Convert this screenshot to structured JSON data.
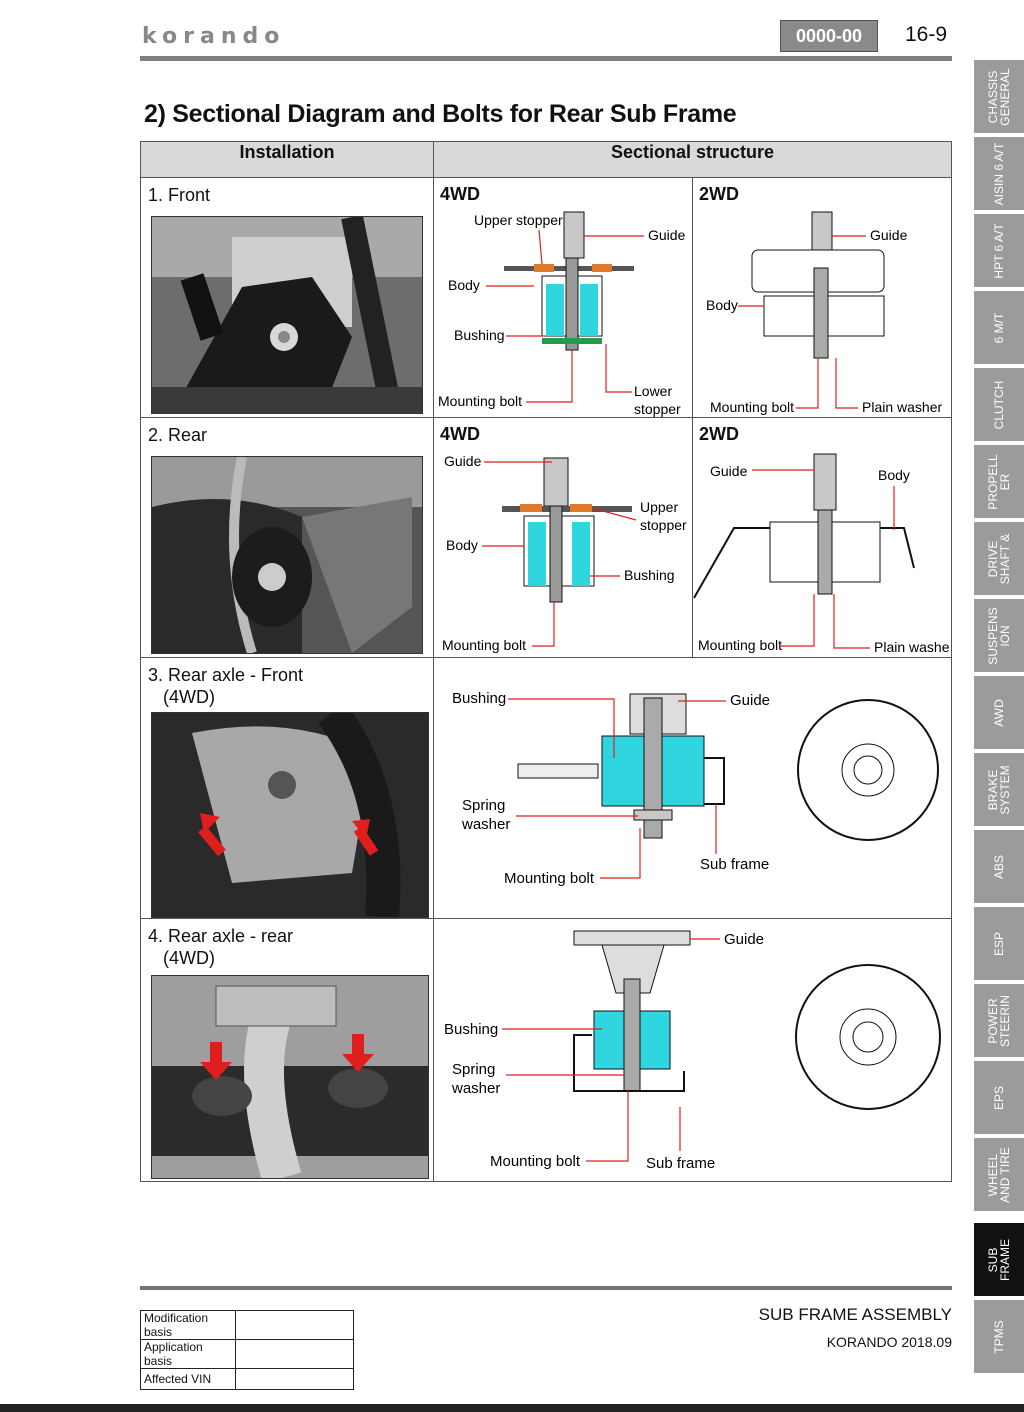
{
  "header": {
    "brand": "korando",
    "code": "0000-00",
    "page": "16-9"
  },
  "title": "2) Sectional Diagram and Bolts for Rear Sub Frame",
  "table": {
    "col_installation": "Installation",
    "col_structure": "Sectional structure",
    "rows": [
      {
        "label_1": "1. Front",
        "label_2": "",
        "left_variant": "4WD",
        "right_variant": "2WD"
      },
      {
        "label_1": "2. Rear",
        "label_2": "",
        "left_variant": "4WD",
        "right_variant": "2WD"
      },
      {
        "label_1": "3. Rear axle - Front",
        "label_2": "(4WD)"
      },
      {
        "label_1": "4. Rear axle - rear",
        "label_2": "(4WD)"
      }
    ]
  },
  "callouts": {
    "upper_stopper": "Upper stopper",
    "guide": "Guide",
    "body": "Body",
    "bushing": "Bushing",
    "mounting_bolt": "Mounting bolt",
    "lower": "Lower",
    "stopper": "stopper",
    "plain_washer": "Plain washer",
    "upper": "Upper",
    "spring": "Spring",
    "washer": "washer",
    "sub_frame": "Sub frame"
  },
  "side_tabs": [
    {
      "label": "CHASSIS GENERAL",
      "active": false
    },
    {
      "label": "AISIN 6 A/T",
      "active": false
    },
    {
      "label": "HPT 6 A/T",
      "active": false
    },
    {
      "label": "6 M/T",
      "active": false
    },
    {
      "label": "CLUTCH",
      "active": false
    },
    {
      "label": "PROPELL ER",
      "active": false
    },
    {
      "label": "DRIVE SHAFT &",
      "active": false
    },
    {
      "label": "SUSPENS ION",
      "active": false
    },
    {
      "label": "AWD",
      "active": false
    },
    {
      "label": "BRAKE SYSTEM",
      "active": false
    },
    {
      "label": "ABS",
      "active": false
    },
    {
      "label": "ESP",
      "active": false
    },
    {
      "label": "POWER STEERIN",
      "active": false
    },
    {
      "label": "EPS",
      "active": false
    },
    {
      "label": "WHEEL AND TIRE",
      "active": false
    },
    {
      "label": "SUB FRAME",
      "active": true
    },
    {
      "label": "TPMS",
      "active": false
    }
  ],
  "footer": {
    "section": "SUB FRAME ASSEMBLY",
    "model": "KORANDO 2018.09",
    "meta": [
      {
        "key": "Modification basis",
        "value": ""
      },
      {
        "key": "Application basis",
        "value": ""
      },
      {
        "key": "Affected VIN",
        "value": ""
      }
    ]
  },
  "colors": {
    "bushing": "#2fd6e0",
    "stopper": "#e07a2a",
    "lower_stopper": "#2a9a4a",
    "leader": "#e01e1e",
    "header_gray": "#d9d9d9"
  }
}
